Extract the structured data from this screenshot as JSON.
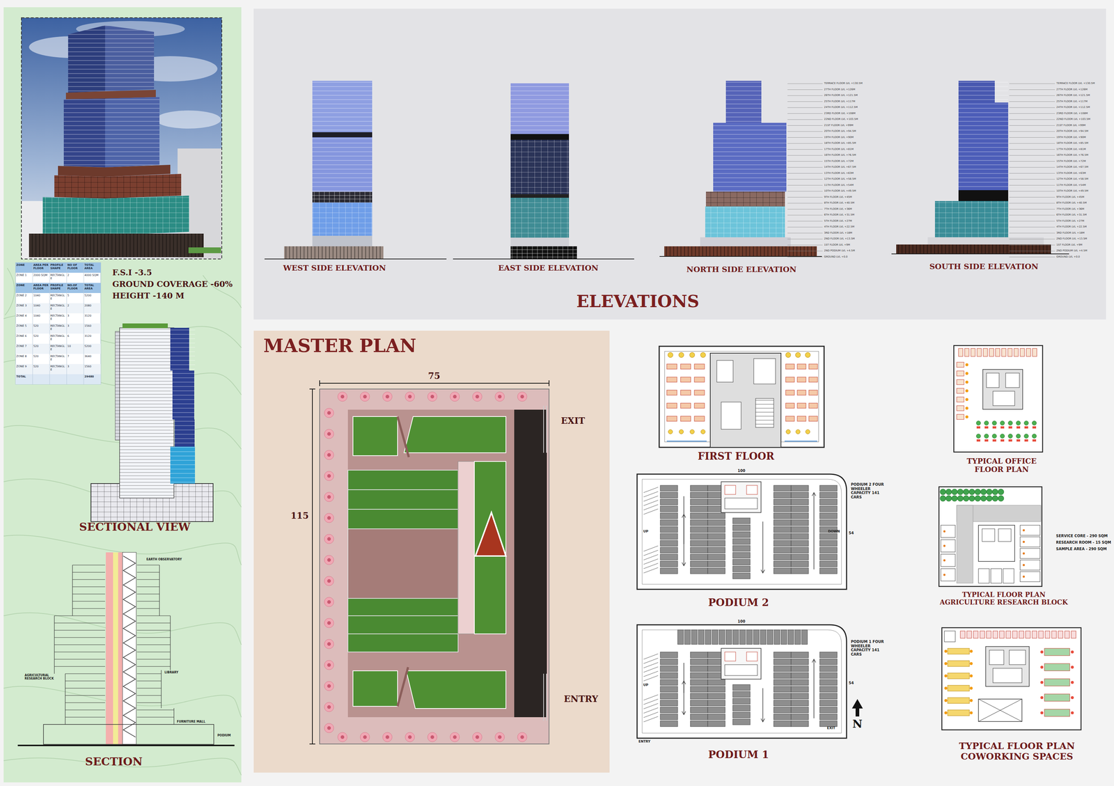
{
  "diagram": {
    "nodes": [
      {
        "text": [
          "ELEVATIONS"
        ]
      },
      {
        "text": [
          "WEST SIDE ELEVATION"
        ],
        "in": 0
      },
      {
        "text": [
          "EAST SIDE ELEVATION"
        ],
        "in": 0
      },
      {
        "text": [
          "NORTH SIDE ELEVATION"
        ],
        "in": 0
      },
      {
        "text": [
          "SOUTH  SIDE ELEVATION"
        ],
        "in": 0
      },
      {
        "text": [
          "MASTER PLAN"
        ]
      },
      {
        "text": [
          "FIRST FLOOR"
        ]
      },
      {
        "text": [
          "PODIUM 2"
        ]
      },
      {
        "text": [
          "PODIUM 1"
        ]
      },
      {
        "text": [
          "TYPICAL OFFICE FLOOR PLAN"
        ]
      },
      {
        "text": [
          "TYPICAL FLOOR PLAN AGRICULTURE RESEARCH BLOCK"
        ]
      },
      {
        "text": [
          "TYPICAL FLOOR PLAN COWORKING SPACES"
        ]
      },
      {
        "text": [
          "SECTIONAL VIEW"
        ]
      },
      {
        "text": [
          "SECTION"
        ]
      }
    ],
    "labels": [
      "F.S.I -3.5",
      "GROUND COVERAGE -60%",
      "HEIGHT -140 M",
      "ZONE",
      "AREA PER FLOOR",
      "PROFILE SHAPE",
      "NO OF FLOOR",
      "TOTAL AREA",
      "ZONE 1",
      "2000 SQM",
      "RECTANGLE",
      "2",
      "4000 SQM",
      "ZONE",
      "AREA PER FLOOR",
      "PROFILE SHAPE",
      "NO.OF FLOOR",
      "TOTAL AREA",
      "ZONE 2",
      "1040",
      "RECTANGLE",
      "5",
      "5200",
      "ZONE 3",
      "1040",
      "RECTANGLE",
      "2",
      "2080",
      "ZONE 4",
      "1040",
      "RECTANGLE",
      "3",
      "3120",
      "ZONE 5",
      "520",
      "RECTANGLE",
      "3",
      "1560",
      "ZONE 6",
      "520",
      "RECTANGLE",
      "6",
      "3120",
      "ZONE 7",
      "520",
      "RECTANGLE",
      "10",
      "5200",
      "ZONE 8",
      "520",
      "RECTANGLE",
      "7",
      "3640",
      "ZONE 9",
      "520",
      "RECTANGLE",
      "3",
      "1560",
      "TOTAL",
      "29480",
      "EARTH OBSERVATORY",
      "AGRICULTURAL RESEARCH BLOCK",
      "LIBRARY",
      "FURNITURE MALL",
      "PODIUM",
      "75",
      "115",
      "EXIT",
      "ENTRY",
      "100",
      "54",
      "PODIUM 2 FOUR WHEELER CAPACITY 141 CARS",
      "UP",
      "DOWN",
      "100",
      "54",
      "PODIUM 1 FOUR WHEELER CAPACITY 141 CARS",
      "UP",
      "EXIT",
      "ENTRY",
      "N",
      "SERVICE CORE - 290 SQM",
      "RESEARCH ROOM - 15 SQM",
      "SAMPLE AREA - 290 SQM",
      "TERRACE FLOOR LVL +130.5M",
      "27TH FLOOR LVL +126M",
      "26TH FLOOR LVL +121.5M",
      "25TH FLOOR LVL +117M",
      "24TH FLOOR LVL +112.5M",
      "23RD FLOOR LVL +108M",
      "22ND FLOOR LVL +103.5M",
      "21ST FLOOR LVL +99M",
      "20TH FLOOR LVL +94.5M",
      "19TH FLOOR LVL +90M",
      "18TH FLOOR LVL +85.5M",
      "17TH FLOOR LVL +81M",
      "16TH FLOOR LVL +76.5M",
      "15TH FLOOR LVL +72M",
      "14TH FLOOR LVL +67.5M",
      "13TH FLOOR LVL +63M",
      "12TH FLOOR LVL +58.5M",
      "11TH FLOOR LVL +54M",
      "10TH FLOOR LVL +49.5M",
      "9TH FLOOR LVL +45M",
      "8TH FLOOR LVL +40.5M",
      "7TH FLOOR LVL +36M",
      "6TH FLOOR LVL +31.5M",
      "5TH FLOOR LVL +27M",
      "4TH FLOOR LVL +22.5M",
      "3RD FLOOR LVL +18M",
      "2ND FLOOR LVL +13.5M",
      "1ST FLOOR LVL +9M",
      "2ND PODIUM LVL +4.5M",
      "GROUND LVL +0.0",
      "TERRACE FLOOR LVL +130.5M",
      "27TH FLOOR LVL +126M",
      "26TH FLOOR LVL +121.5M",
      "25TH FLOOR LVL +117M",
      "24TH FLOOR LVL +112.5M",
      "23RD FLOOR LVL +108M",
      "22ND FLOOR LVL +103.5M",
      "21ST FLOOR LVL +99M",
      "20TH FLOOR LVL +94.5M",
      "19TH FLOOR LVL +90M",
      "18TH FLOOR LVL +85.5M",
      "17TH FLOOR LVL +81M",
      "16TH FLOOR LVL +76.5M",
      "15TH FLOOR LVL +72M",
      "14TH FLOOR LVL +67.5M",
      "13TH FLOOR LVL +63M",
      "12TH FLOOR LVL +58.5M",
      "11TH FLOOR LVL +54M",
      "10TH FLOOR LVL +49.5M",
      "9TH FLOOR LVL +45M",
      "8TH FLOOR LVL +40.5M",
      "7TH FLOOR LVL +36M",
      "6TH FLOOR LVL +31.5M",
      "5TH FLOOR LVL +27M",
      "4TH FLOOR LVL +22.5M",
      "3RD FLOOR LVL +18M",
      "2ND FLOOR LVL +13.5M",
      "1ST FLOOR LVL +9M",
      "2ND PODIUM LVL +4.5M",
      "GROUND LVL +0.0"
    ]
  }
}
